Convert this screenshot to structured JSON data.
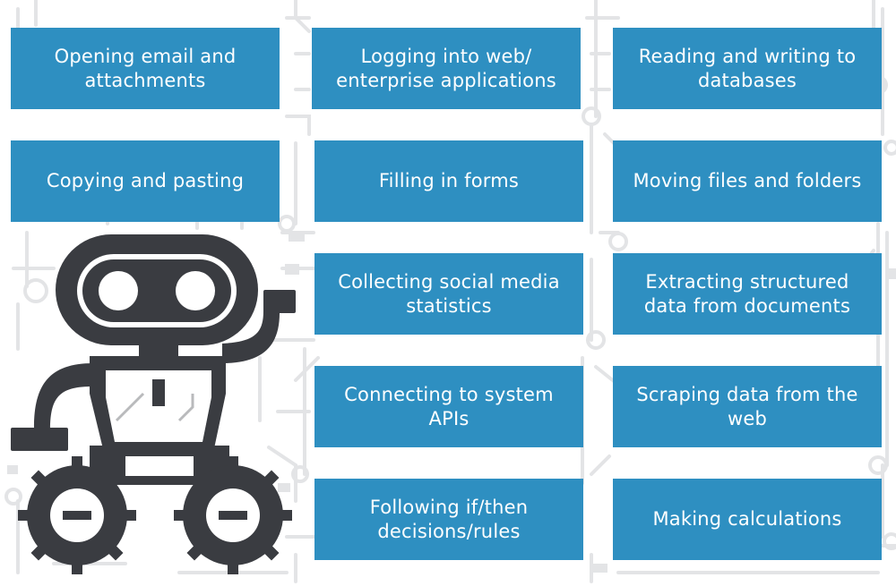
{
  "theme": {
    "tile_color": "#2e8fc1",
    "robot_color": "#3a3c41",
    "circuit_color": "#e3e4e6"
  },
  "tasks": [
    "Opening email and attachments",
    "Logging into web/ enterprise applications",
    "Reading and writing to databases",
    "Copying and pasting",
    "Filling in forms",
    "Moving files and folders",
    "Collecting social media statistics",
    "Extracting structured data from documents",
    "Connecting to system APIs",
    "Scraping data from the web",
    "Following if/then decisions/rules",
    "Making calculations"
  ],
  "robot": {
    "icon": "robot-icon"
  }
}
